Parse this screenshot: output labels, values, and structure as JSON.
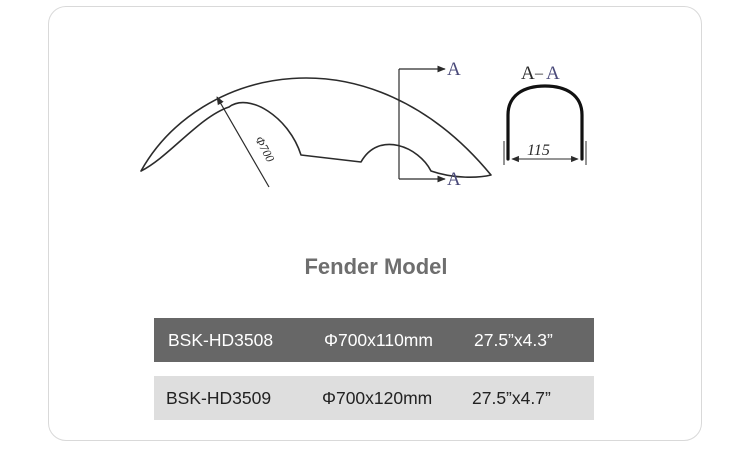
{
  "diagram": {
    "diameter_label": "Φ700",
    "section_marker_top": "A",
    "section_marker_bottom": "A",
    "section_title_left": "A",
    "section_title_dash": "–",
    "section_title_right": "A",
    "width_label": "115",
    "line_color": "#2b2b2b",
    "accent_color": "#4a4a7a"
  },
  "title": "Fender Model",
  "table": {
    "rows": [
      {
        "model": "BSK-HD3508",
        "size": "Φ700x110mm",
        "inch": "27.5”x4.3”"
      },
      {
        "model": "BSK-HD3509",
        "size": "Φ700x120mm",
        "inch": "27.5”x4.7”"
      }
    ],
    "row_colors": [
      "#676767",
      "#dedede"
    ]
  }
}
